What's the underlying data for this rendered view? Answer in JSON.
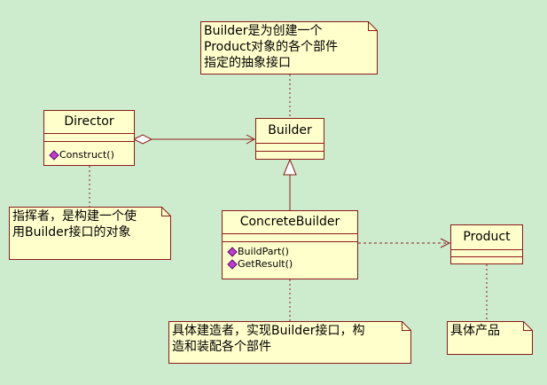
{
  "background_color": "#cdeccd",
  "class_fill": "#ffffcc",
  "class_border": "#8b1a1a",
  "classes": {
    "director": {
      "name": "Director",
      "operations": [
        "Construct()"
      ]
    },
    "builder": {
      "name": "Builder",
      "operations": []
    },
    "concrete_builder": {
      "name": "ConcreteBuilder",
      "operations": [
        "BuildPart()",
        "GetResult()"
      ]
    },
    "product": {
      "name": "Product",
      "operations": []
    }
  },
  "notes": {
    "builder_note": "Builder是为创建一个\nProduct对象的各个部件\n指定的抽象接口",
    "director_note": "指挥者，是构建一个使\n用Builder接口的对象",
    "concrete_note": "具体建造者，实现Builder接口，构\n造和装配各个部件",
    "product_note": "具体产品"
  }
}
